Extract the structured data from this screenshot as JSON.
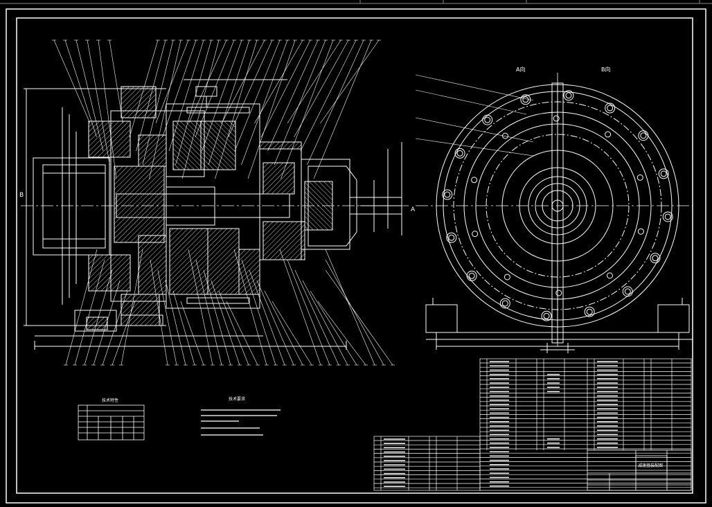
{
  "drawing": {
    "section_label_left": "B",
    "section_label_right": "A",
    "view_label_a": "A向",
    "view_label_b": "B向",
    "notes_title": "技术要求",
    "spec_table_title": "技术特性",
    "title_block_name": "减速器装配图"
  },
  "colors": {
    "background": "#000000",
    "lines": "#ffffff",
    "frame": "#ffffff"
  }
}
